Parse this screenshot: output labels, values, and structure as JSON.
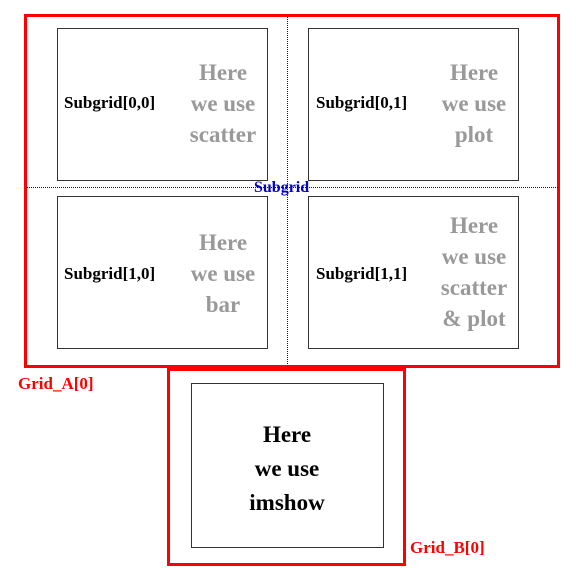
{
  "subgrid_label": "Subgrid",
  "grid_a_label": "Grid_A[0]",
  "grid_b_label": "Grid_B[0]",
  "panels": [
    {
      "label": "Subgrid[0,0]",
      "note": [
        "Here",
        "we use",
        "scatter"
      ]
    },
    {
      "label": "Subgrid[0,1]",
      "note": [
        "Here",
        "we use",
        "plot"
      ]
    },
    {
      "label": "Subgrid[1,0]",
      "note": [
        "Here",
        "we use",
        "bar"
      ]
    },
    {
      "label": "Subgrid[1,1]",
      "note": [
        "Here",
        "we use",
        "scatter",
        "& plot"
      ]
    }
  ],
  "imshow_note": [
    "Here",
    "we use",
    "imshow"
  ],
  "colors": {
    "grid_frame": "#ff0000",
    "subgrid_lines": "#0000cc",
    "note_text": "#999999"
  }
}
